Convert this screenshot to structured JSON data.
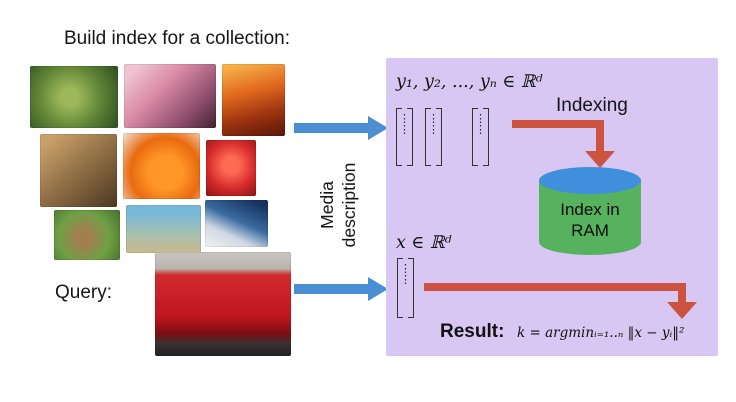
{
  "header": {
    "title": "Build index for a collection:"
  },
  "query": {
    "label": "Query:"
  },
  "flow": {
    "media_label": "Media\ndescription"
  },
  "panel": {
    "vectors_formula": "y₁, y₂, ..., yₙ ∈ ℝᵈ",
    "indexing_label": "Indexing",
    "index_store_label": "Index in\nRAM",
    "query_formula": "x ∈ ℝᵈ",
    "result_label": "Result:",
    "result_formula": "k = argminᵢ₌₁..ₙ ‖x − yᵢ‖²",
    "vector_dots": "⋮\n⋮"
  },
  "images": {
    "collection": [
      "iguana",
      "sleeping-woman",
      "slot-canyon",
      "statue",
      "oranges",
      "red-flower",
      "rabbit",
      "jellyfish",
      "rocket-launch"
    ],
    "query_image": "red-double-decker-bus"
  },
  "colors": {
    "panel_bg": "#d7c7f2",
    "arrow_blue": "#4a8fd4",
    "arrow_red": "#cc5340",
    "cylinder_top": "#3f8fdc",
    "cylinder_body": "#57b25f"
  }
}
